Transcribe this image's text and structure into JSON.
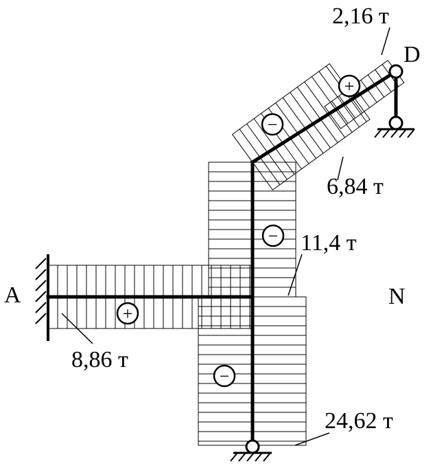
{
  "diagram": {
    "title": "",
    "points": {
      "A": "A",
      "D": "D",
      "N": "N"
    },
    "values": {
      "d_top": "2,16 т",
      "incline_bottom": "6,84 т",
      "column_upper": "11,4 т",
      "beam_left": "8,86 т",
      "column_lower": "24,62 т"
    },
    "signs": {
      "incline_upper": "+",
      "incline_lower": "−",
      "column_upper": "−",
      "beam_left": "+",
      "column_lower": "−"
    },
    "colors": {
      "line": "#000000",
      "background": "#ffffff"
    }
  }
}
